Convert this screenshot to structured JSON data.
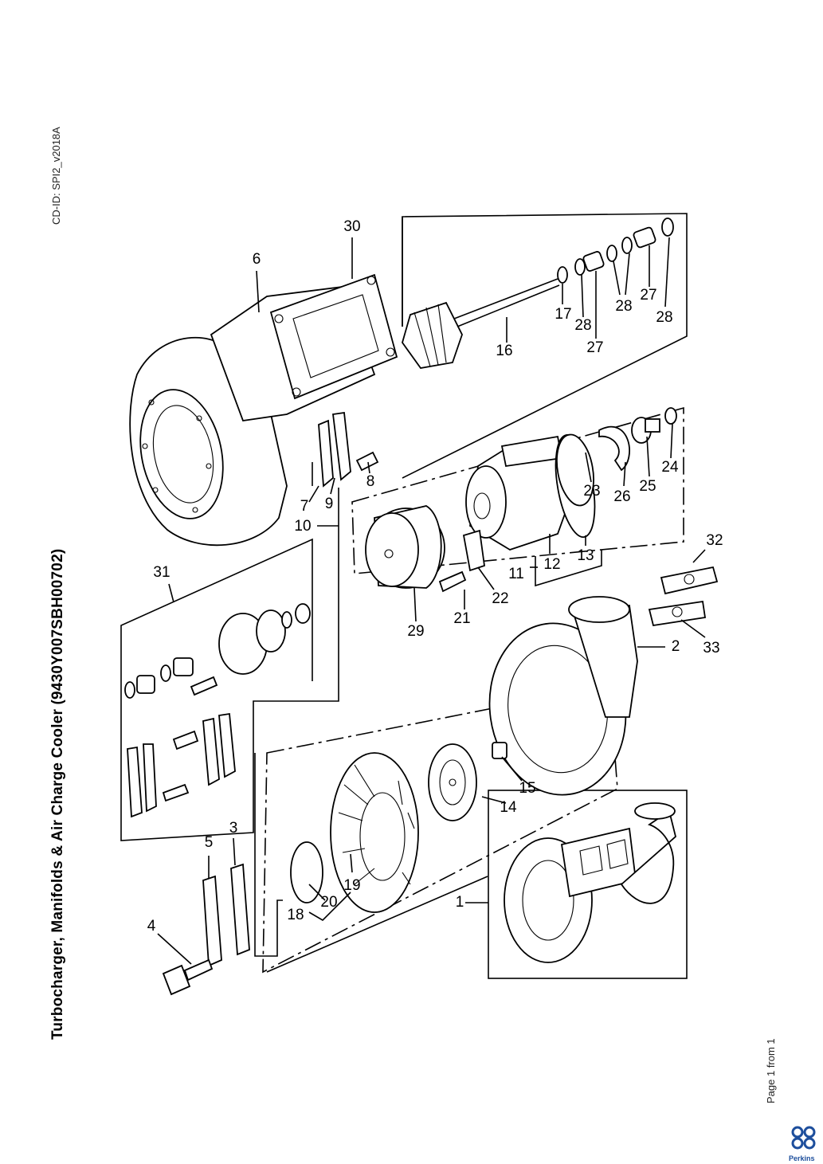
{
  "document": {
    "cd_id": "CD-ID: SPI2_v2018A",
    "title": "Turbocharger, Manifolds & Air Charge Cooler (9430Y007SBH00702)",
    "page_footer": "Page 1 from 1",
    "brand": "Perkins",
    "brand_color": "#1d4e9c"
  },
  "diagram": {
    "callouts": [
      "1",
      "2",
      "3",
      "4",
      "5",
      "6",
      "7",
      "8",
      "9",
      "10",
      "11",
      "12",
      "13",
      "14",
      "15",
      "16",
      "17",
      "18",
      "19",
      "20",
      "21",
      "22",
      "23",
      "24",
      "25",
      "26",
      "27",
      "27",
      "28",
      "28",
      "28",
      "29",
      "30",
      "31",
      "32",
      "33"
    ]
  }
}
